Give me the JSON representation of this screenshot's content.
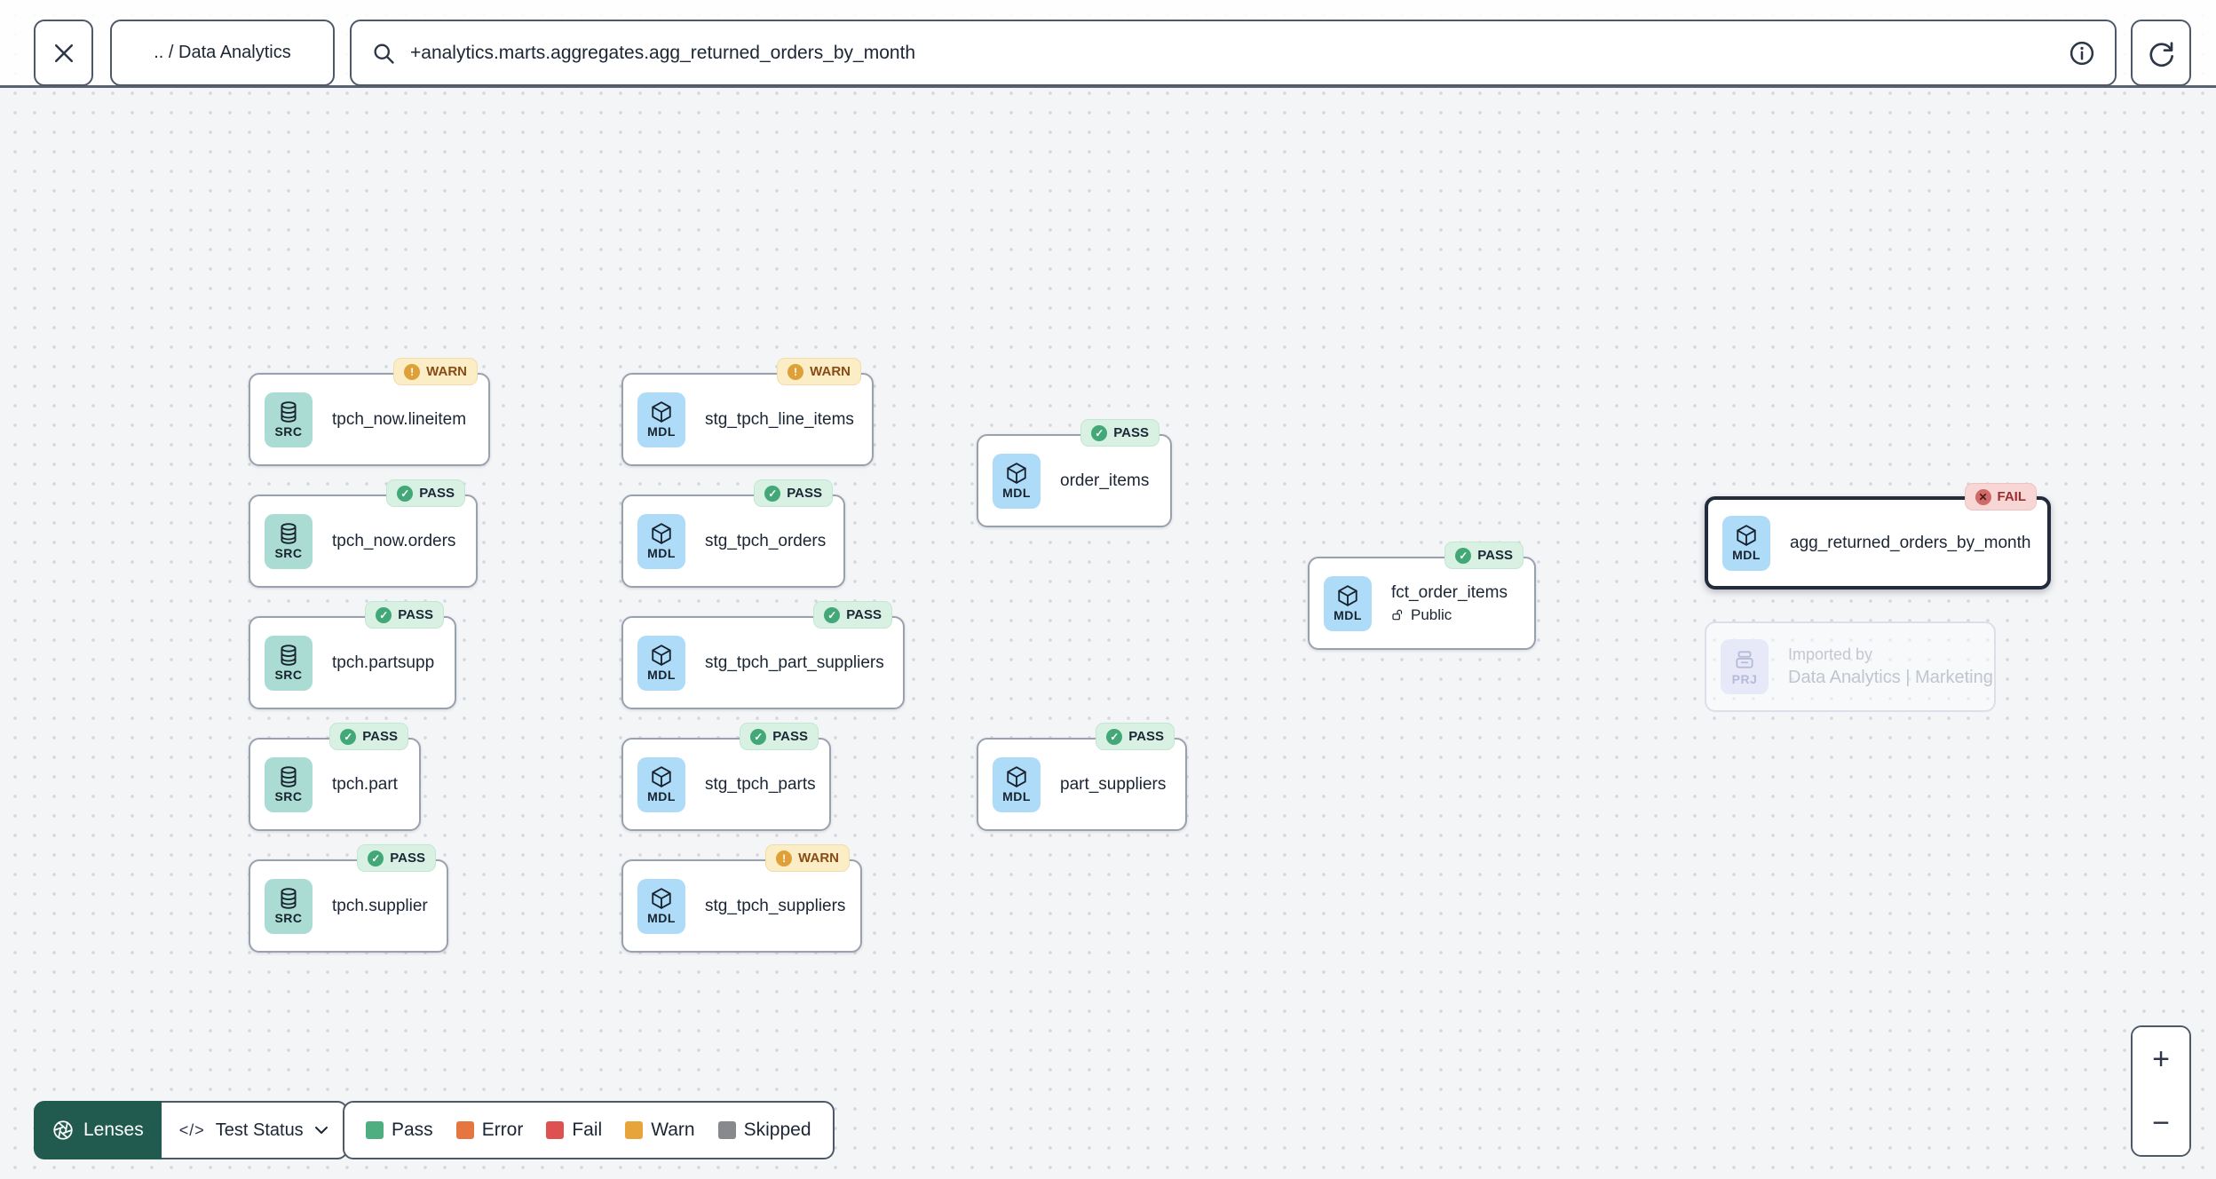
{
  "toolbar": {
    "breadcrumb": ".. / Data Analytics",
    "search_value": "+analytics.marts.aggregates.agg_returned_orders_by_month"
  },
  "graph": {
    "nodes": [
      {
        "type_label": "SRC",
        "name": "tpch_now.lineitem",
        "status": "WARN"
      },
      {
        "type_label": "MDL",
        "name": "stg_tpch_line_items",
        "status": "WARN"
      },
      {
        "type_label": "SRC",
        "name": "tpch_now.orders",
        "status": "PASS"
      },
      {
        "type_label": "MDL",
        "name": "stg_tpch_orders",
        "status": "PASS"
      },
      {
        "type_label": "SRC",
        "name": "tpch.partsupp",
        "status": "PASS"
      },
      {
        "type_label": "MDL",
        "name": "stg_tpch_part_suppliers",
        "status": "PASS"
      },
      {
        "type_label": "SRC",
        "name": "tpch.part",
        "status": "PASS"
      },
      {
        "type_label": "MDL",
        "name": "stg_tpch_parts",
        "status": "PASS"
      },
      {
        "type_label": "SRC",
        "name": "tpch.supplier",
        "status": "PASS"
      },
      {
        "type_label": "MDL",
        "name": "stg_tpch_suppliers",
        "status": "WARN"
      },
      {
        "type_label": "MDL",
        "name": "order_items",
        "status": "PASS"
      },
      {
        "type_label": "MDL",
        "name": "part_suppliers",
        "status": "PASS"
      },
      {
        "type_label": "MDL",
        "name": "fct_order_items",
        "status": "PASS",
        "visibility": "Public"
      },
      {
        "type_label": "MDL",
        "name": "agg_returned_orders_by_month",
        "status": "FAIL",
        "selected": true
      }
    ],
    "ghost_node": {
      "type_label": "PRJ",
      "title": "Imported by",
      "subtitle": "Data Analytics | Marketing"
    }
  },
  "footer": {
    "lenses_label": "Lenses",
    "lens_selector": {
      "code_glyph": "</>",
      "label": "Test Status"
    },
    "legend": {
      "items": [
        {
          "label": "Pass",
          "color": "#4fae80"
        },
        {
          "label": "Error",
          "color": "#e5763f"
        },
        {
          "label": "Fail",
          "color": "#dd5151"
        },
        {
          "label": "Warn",
          "color": "#e7a43b"
        },
        {
          "label": "Skipped",
          "color": "#87898c"
        }
      ]
    }
  },
  "zoom_controls": {
    "zoom_in": "+",
    "zoom_out": "−"
  },
  "status_badge_colors": {
    "pass": "#43a878",
    "warn": "#dfa038",
    "fail": "#d06a68"
  },
  "node_icon_colors": {
    "source": "#abdcd4",
    "model": "#aedcf8",
    "project": "#e7e9f8"
  }
}
